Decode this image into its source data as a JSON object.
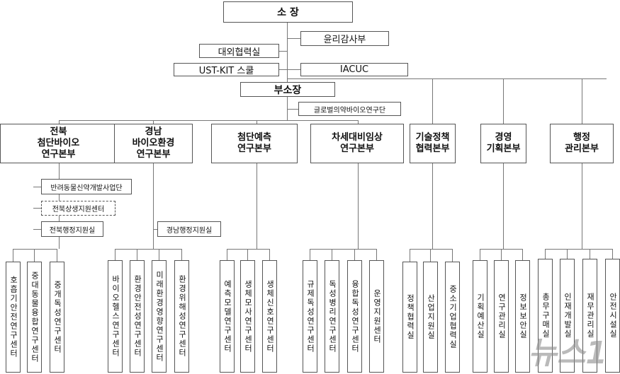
{
  "director": "소 장",
  "ethics_audit": "윤리감사부",
  "external_cooperation": "대외협력실",
  "ust_kit_school": "UST-KIT 스쿨",
  "iacuc": "IACUC",
  "deputy_director": "부소장",
  "global_research_group": "글로벌의약바이오연구단",
  "divisions": [
    {
      "label": "전북\n첨단바이오\n연구본부",
      "units": [
        "호흡기안전연구센터",
        "중대동물융합연구센터",
        "중개독성연구센터"
      ]
    },
    {
      "label": "경남\n바이오환경\n연구본부",
      "units": [
        "바이오헬스연구센터",
        "환경안전성연구센터",
        "미래환경영향연구센터",
        "환경위해성연구센터"
      ]
    },
    {
      "label": "첨단예측\n연구본부",
      "units": [
        "예측모델연구센터",
        "생체모사연구센터",
        "생체신호연구센터"
      ]
    },
    {
      "label": "차세대비임상\n연구본부",
      "units": [
        "규제독성연구센터",
        "독성병리연구센터",
        "융합독성연구센터",
        "운영지원센터"
      ]
    },
    {
      "label": "기술정책\n협력본부",
      "units": [
        "정책협력실",
        "산업지원실",
        "중소기업협력실"
      ]
    },
    {
      "label": "경영\n기획본부",
      "units": [
        "기획예산실",
        "연구관리실",
        "정보보안실"
      ]
    },
    {
      "label": "행정\n관리본부",
      "units": [
        "총무구매실",
        "인재개발실",
        "재무관리실",
        "안전시설실"
      ]
    }
  ],
  "jeonbuk_sub": [
    "반려동물신약개발사업단",
    "전북상생지원센터",
    "전북행정지원실"
  ],
  "gyeongnam_sub": [
    "경남행정지원실"
  ],
  "watermark": "뉴스1"
}
